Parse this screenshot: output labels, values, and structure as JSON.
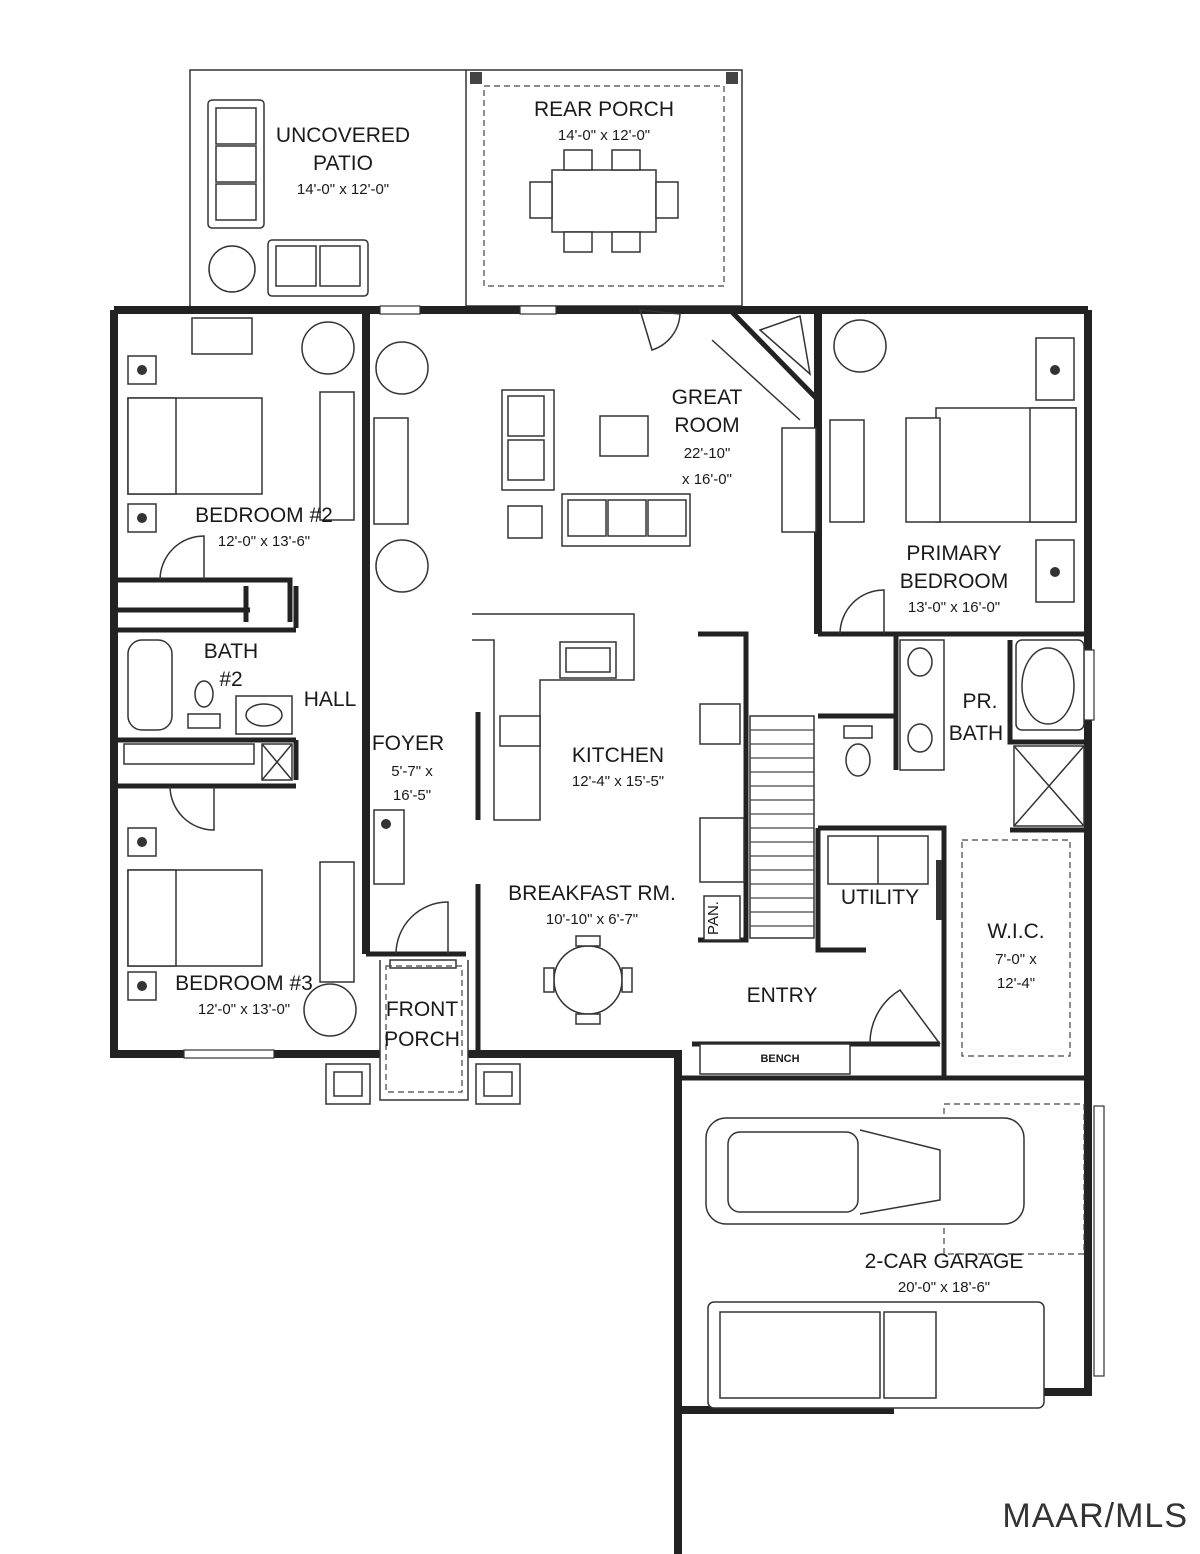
{
  "rooms": {
    "uncovered_patio": {
      "name_line1": "UNCOVERED",
      "name_line2": "PATIO",
      "dims": "14'-0\" x 12'-0\""
    },
    "rear_porch": {
      "name": "REAR PORCH",
      "dims": "14'-0\" x 12'-0\""
    },
    "great_room": {
      "name_line1": "GREAT",
      "name_line2": "ROOM",
      "dims_line1": "22'-10\"",
      "dims_line2": "x 16'-0\""
    },
    "bedroom2": {
      "name": "BEDROOM #2",
      "dims": "12'-0\" x 13'-6\""
    },
    "primary_bedroom": {
      "name_line1": "PRIMARY",
      "name_line2": "BEDROOM",
      "dims": "13'-0\" x 16'-0\""
    },
    "bath2": {
      "name_line1": "BATH",
      "name_line2": "#2"
    },
    "hall": {
      "name": "HALL"
    },
    "foyer": {
      "name": "FOYER",
      "dims_line1": "5'-7\" x",
      "dims_line2": "16'-5\""
    },
    "kitchen": {
      "name": "KITCHEN",
      "dims": "12'-4\" x 15'-5\""
    },
    "pr_bath": {
      "name_line1": "PR.",
      "name_line2": "BATH"
    },
    "breakfast": {
      "name": "BREAKFAST RM.",
      "dims": "10'-10\" x 6'-7\""
    },
    "pantry": {
      "name": "PAN."
    },
    "utility": {
      "name": "UTILITY"
    },
    "wic": {
      "name_line1": "W.I.C.",
      "dims_line1": "7'-0\" x",
      "dims_line2": "12'-4\""
    },
    "bedroom3": {
      "name": "BEDROOM #3",
      "dims": "12'-0\" x 13'-0\""
    },
    "front_porch": {
      "name_line1": "FRONT",
      "name_line2": "PORCH"
    },
    "entry": {
      "name": "ENTRY"
    },
    "bench": {
      "name": "BENCH"
    },
    "garage": {
      "name": "2-CAR GARAGE",
      "dims": "20'-0\" x 18'-6\""
    }
  },
  "watermark": "MAAR/MLS"
}
